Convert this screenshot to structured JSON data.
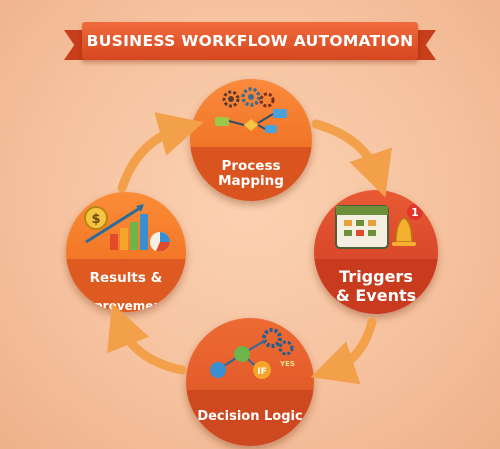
{
  "title": "BUSINESS WORKFLOW AUTOMATION",
  "nodes": {
    "process": {
      "label": "Process\nMapping"
    },
    "triggers": {
      "label": "Triggers\n& Events",
      "badge": "1"
    },
    "decision": {
      "label": "Decision Logic",
      "icon_text_if": "IF",
      "icon_text_yes": "YES"
    },
    "results": {
      "label_line1": "Results &",
      "label_line2": "Improvements",
      "icon_currency": "$"
    }
  },
  "colors": {
    "banner": "#e5582b",
    "orange": "#f07527",
    "red": "#d9482a",
    "arrow": "#f3a04a"
  },
  "icons": [
    "gears-flowchart-icon",
    "calendar-bell-icon",
    "decision-network-icon",
    "chart-money-icon"
  ]
}
